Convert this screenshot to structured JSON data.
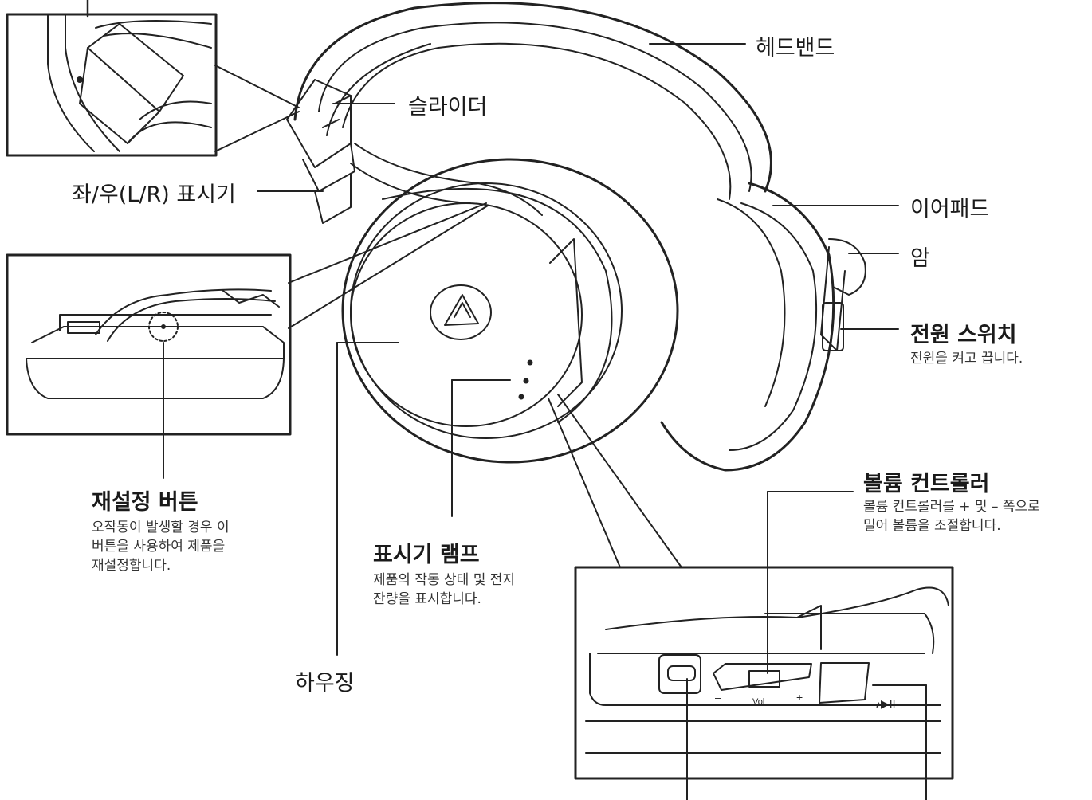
{
  "diagram": {
    "labels": {
      "headband": "헤드밴드",
      "slider": "슬라이더",
      "lr_indicator": "좌/우(L/R) 표시기",
      "earpad": "이어패드",
      "arm": "암",
      "power_switch": "전원 스위치",
      "reset_button": "재설정 버튼",
      "indicator_lamp": "표시기 램프",
      "housing": "하우징",
      "volume_controller": "볼륨 컨트롤러"
    },
    "descriptions": {
      "power_switch": [
        "전원을 켜고 끕니다."
      ],
      "reset_button": [
        "오작동이 발생할 경우 이",
        "버튼을 사용하여 제품을",
        "재설정합니다."
      ],
      "indicator_lamp": [
        "제품의 작동 상태 및 전지",
        "잔량을 표시합니다."
      ],
      "volume_controller": [
        "볼륨 컨트롤러를 + 및 – 쪽으로",
        "밀어 볼륨을 조절합니다."
      ]
    },
    "detail_marks": {
      "vol_minus": "–",
      "vol_label": "Vol",
      "vol_plus": "+",
      "play_symbol": "♪▶II"
    }
  }
}
